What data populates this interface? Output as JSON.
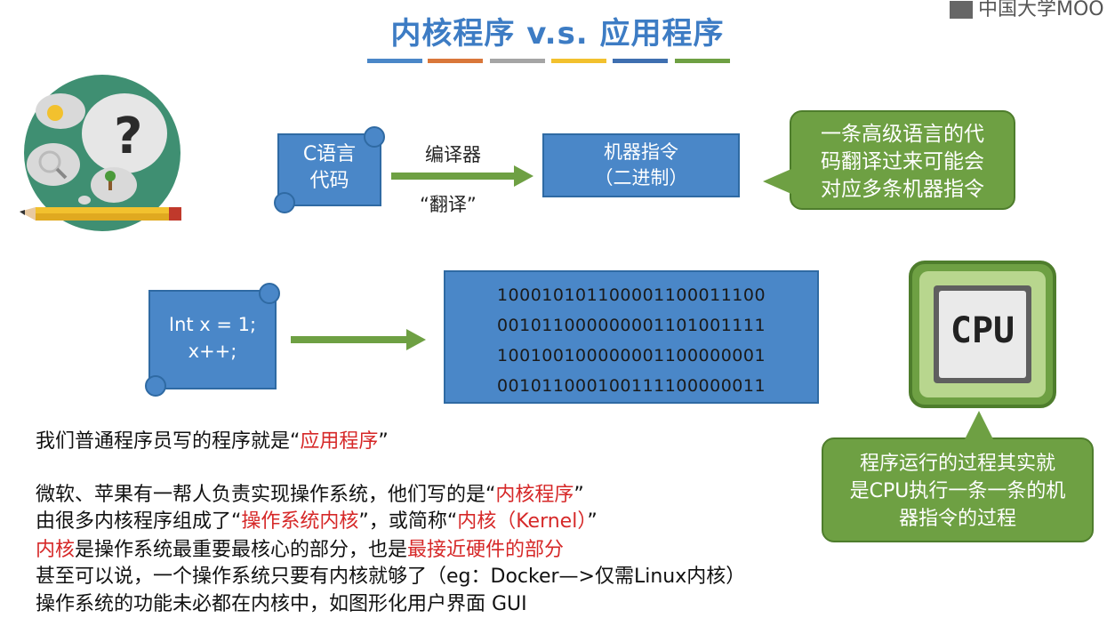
{
  "title": "内核程序 v.s. 应用程序",
  "logo_text": "中国大学MOO",
  "colors": {
    "title": "#3d7cc4",
    "accent_red": "#d62828",
    "green": "#6ea043",
    "blue": "#4a87c8",
    "bars": [
      "#4a87c8",
      "#d9773a",
      "#a5a5a5",
      "#f2c12e",
      "#3f6fb0",
      "#6ea043"
    ]
  },
  "top_row": {
    "source_scroll": [
      "C语言",
      "代码"
    ],
    "compiler_label": "编译器",
    "translate_label": "“翻译”",
    "machine_box": [
      "机器指令",
      "（二进制）"
    ],
    "callout": [
      "一条高级语言的代",
      "码翻译过来可能会",
      "对应多条机器指令"
    ]
  },
  "mid_row": {
    "code_scroll": [
      "Int x = 1;",
      "x++;"
    ],
    "binary": [
      "10001010110000110001110​0",
      "00101100000000110100111​1",
      "10010010000000110000000​1",
      "00101100010011110000001​1"
    ],
    "cpu_label": "CPU",
    "cpu_callout": [
      "程序运行的过程其实就",
      "是CPU执行一条一条的机",
      "器指令的过程"
    ]
  },
  "text": {
    "line1_a": "我们普通程序员写的程序就是“",
    "line1_red": "应用程序",
    "line1_b": "”",
    "line2_a": "微软、苹果有一帮人负责实现操作系统，他们写的是“",
    "line2_red": "内核程序",
    "line2_b": "”",
    "line3_a": "由很多内核程序组成了“",
    "line3_red1": "操作系统内核",
    "line3_b": "”，或简称“",
    "line3_red2": "内核（Kernel）",
    "line3_c": "”",
    "line4_red1": "内核",
    "line4_a": "是操作系统最重要最核心的部分，也是",
    "line4_red2": "最接近硬件的部分",
    "line5": "甚至可以说，一个操作系统只要有内核就够了（eg：Docker—>仅需Linux内核）",
    "line6": "操作系统的功能未必都在内核中，如图形化用户界面 GUI"
  }
}
